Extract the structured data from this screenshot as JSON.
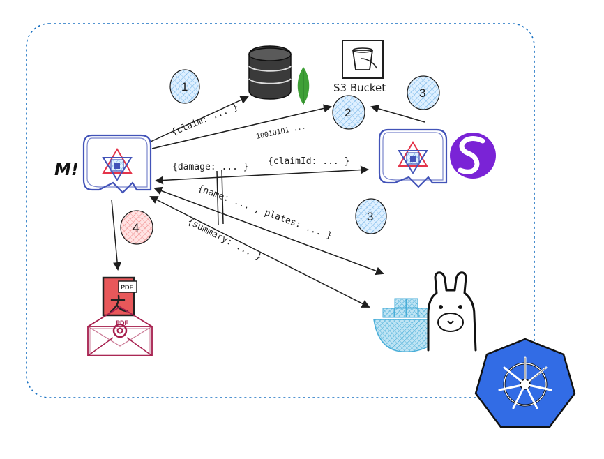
{
  "nodes": {
    "s3_bucket": "S3 Bucket",
    "quarkus_logo": "M!",
    "pdf_badge": "PDF",
    "pdf_badge_small": "PDF"
  },
  "steps": [
    "1",
    "2",
    "3",
    "3",
    "4"
  ],
  "edges": {
    "claim": "{claim: ... }",
    "binary": "1001O1O1 ...",
    "claim_id": "{claimId: ... }",
    "damage": "{damage: ... }",
    "name_plates": "{name: ... , plates: ... }",
    "summary": "{summary: ... }"
  },
  "colors": {
    "boundary": "#1971c2",
    "hatch_blue": "#a5d8ff",
    "hatch_red": "#ffc9c9",
    "mongo_green": "#3fa037",
    "quarkus_blue": "#4253b8",
    "quarkus_red": "#e4344a",
    "solace_purple": "#7a23d6",
    "kubernetes_blue": "#326ce5",
    "pdf_red": "#e8585a",
    "mail_red": "#a61e4d",
    "docker_blue": "#4aaed8"
  },
  "icons": [
    "database-icon",
    "mongodb-leaf-icon",
    "s3-bucket-icon",
    "quarkus-icon",
    "solace-icon",
    "docker-icon",
    "llama-icon",
    "pdf-icon",
    "email-icon",
    "kubernetes-icon"
  ]
}
